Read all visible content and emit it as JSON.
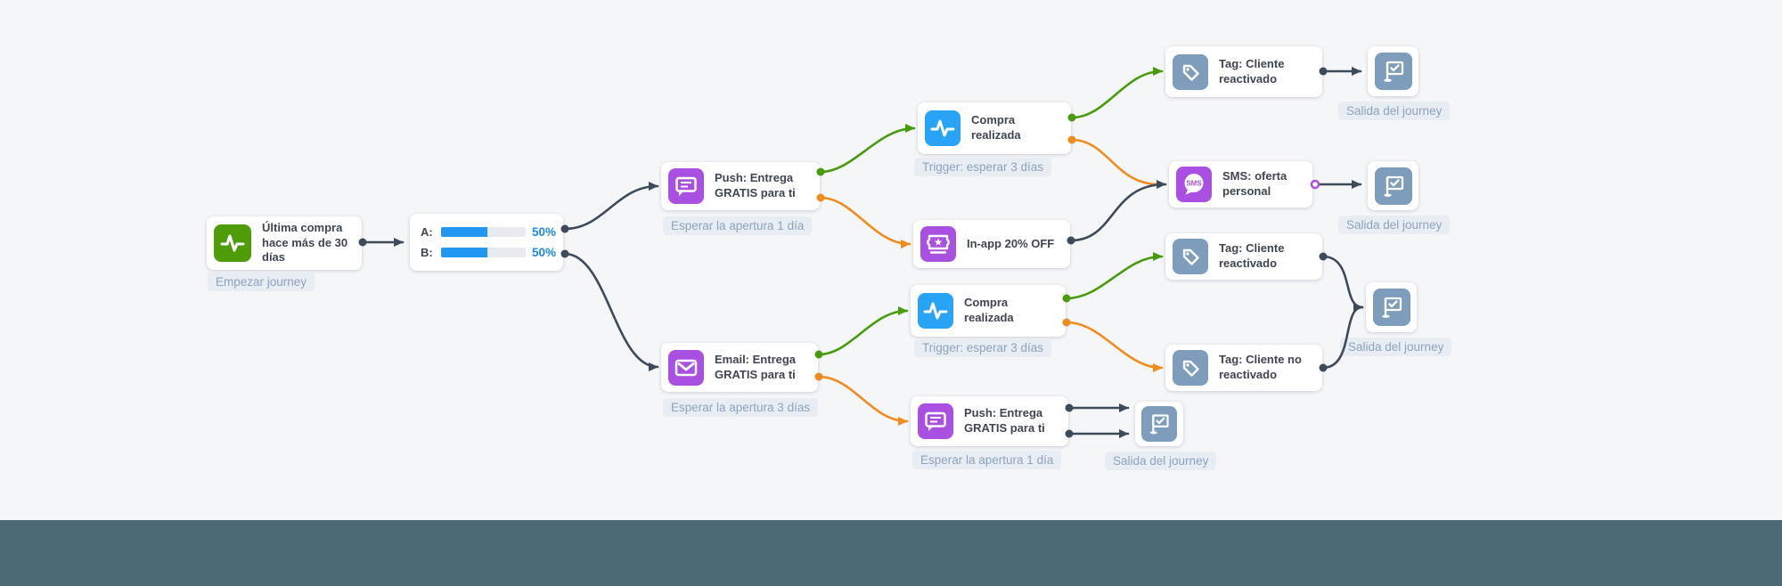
{
  "app": {
    "background_color": "#f5f6f8",
    "footer_band_color": "#4c6a73"
  },
  "palette": {
    "edge_dark": "#3d4a5a",
    "edge_green": "#4a9a0e",
    "edge_orange": "#ef8c1d",
    "icon_green": "#4f9c09",
    "icon_blue": "#29a3f5",
    "icon_purple": "#a94fe2",
    "icon_slate": "#7e9cbc",
    "bar_fill_blue": "#2196f3",
    "percent_text_blue": "#1b8ce8",
    "badge_bg": "#e8edf3",
    "badge_text": "#8ba3bc",
    "card_title_text": "#3f4651"
  },
  "nodes": {
    "start": {
      "title": "Última compra hace más de 30 días",
      "badge": "Empezar journey"
    },
    "ab_split": {
      "rows": [
        {
          "label": "A:",
          "percent": "50%",
          "value": 50
        },
        {
          "label": "B:",
          "percent": "50%",
          "value": 50
        }
      ]
    },
    "push_top": {
      "title": "Push: Entrega GRATIS para ti",
      "badge": "Esperar la apertura 1 día"
    },
    "email": {
      "title": "Email: Entrega GRATIS para ti",
      "badge": "Esperar la apertura 3 días"
    },
    "purchase_top": {
      "title": "Compra realizada",
      "badge": "Trigger: esperar 3 días"
    },
    "inapp": {
      "title": "In-app 20% OFF"
    },
    "purchase_bottom": {
      "title": "Compra realizada",
      "badge": "Trigger: esperar 3 días"
    },
    "push_bottom": {
      "title": "Push: Entrega GRATIS para ti",
      "badge": "Esperar la apertura 1 día"
    },
    "tag_top": {
      "title": "Tag: Cliente reactivado"
    },
    "sms": {
      "title": "SMS: oferta personal",
      "icon_label": "SMS"
    },
    "tag_mid": {
      "title": "Tag: Cliente reactivado"
    },
    "tag_no": {
      "title": "Tag: Cliente no reactivado"
    },
    "exit_label": "Salida del journey"
  }
}
